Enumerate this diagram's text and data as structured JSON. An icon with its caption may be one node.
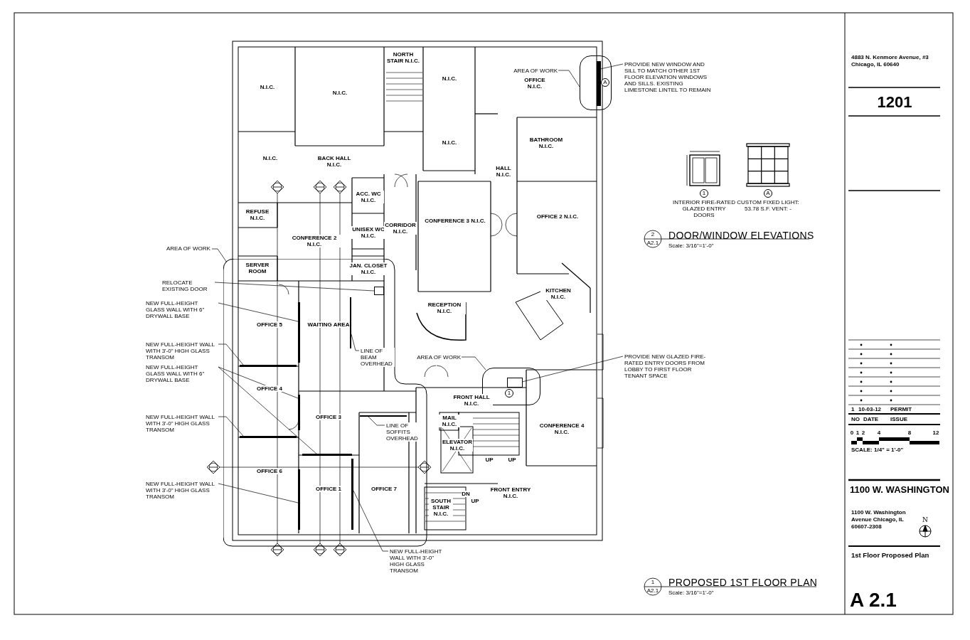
{
  "diagram": {
    "nodes": [
      {
        "text": [
          "AREA OF WORK"
        ]
      },
      {
        "text": [],
        "shape": "box"
      },
      {
        "text": [
          "PROVIDE NEW WINDOW AND SILL TO MATCH OTHER 1ST FLOOR ELEVATION WINDOWS AND SILLS. EXISTING LIMESTONE LINTEL TO REMAIN"
        ]
      },
      {
        "text": [
          "AREA OF WORK"
        ]
      },
      {
        "text": [],
        "shape": "box"
      },
      {
        "text": [
          "RELOCATE EXISTING DOOR"
        ]
      },
      {
        "text": [
          "NEW FULL-HEIGHT GLASS WALL WITH 6\" DRYWALL BASE"
        ]
      },
      {
        "text": [
          "NEW FULL-HEIGHT WALL WITH 3'-0\" HIGH GLASS TRANSOM"
        ]
      },
      {
        "text": [
          "NEW FULL-HEIGHT GLASS WALL WITH 6\" DRYWALL BASE"
        ]
      },
      {
        "text": [
          "NEW FULL-HEIGHT WALL WITH 3'-0\" HIGH GLASS TRANSOM"
        ]
      },
      {
        "text": [
          "NEW FULL-HEIGHT WALL WITH 3'-0\" HIGH GLASS TRANSOM"
        ]
      },
      {
        "text": [
          "LINE OF BEAM OVERHEAD"
        ],
        "in": 4
      },
      {
        "text": [
          "LINE OF SOFFITS OVERHEAD"
        ],
        "in": 4
      },
      {
        "text": [
          "NEW FULL-HEIGHT WALL WITH 3'-0\" HIGH GLASS TRANSOM"
        ]
      },
      {
        "text": [
          "AREA OF WORK"
        ]
      },
      {
        "text": [],
        "shape": "box"
      },
      {
        "text": [
          "PROVIDE NEW GLAZED FIRE-RATED ENTRY DOORS FROM LOBBY TO FIRST FLOOR TENANT SPACE"
        ]
      },
      {
        "text": [],
        "shape": "box",
        "in": 4
      },
      {
        "text": [],
        "shape": "bar",
        "in": 4
      },
      {
        "text": [],
        "shape": "bar",
        "in": 4
      },
      {
        "text": [],
        "shape": "bar",
        "in": 4
      },
      {
        "text": [],
        "shape": "bar",
        "in": 4
      },
      {
        "text": [],
        "shape": "bar",
        "in": 4
      },
      {
        "text": [],
        "shape": "bar",
        "in": 4
      },
      {
        "text": [],
        "shape": "bar",
        "in": 4
      },
      {
        "text": [],
        "shape": "bar",
        "in": 4
      },
      {
        "text": [],
        "shape": "bar",
        "in": 4
      },
      {
        "text": [],
        "shape": "bar",
        "in": 1
      },
      {
        "text": [],
        "shape": "box",
        "in": 15
      }
    ],
    "edges": [
      {
        "from": 0,
        "to": 1,
        "arrow": "none"
      },
      {
        "from": 2,
        "to": 27,
        "arrow": "none"
      },
      {
        "from": 3,
        "to": 4,
        "arrow": "none"
      },
      {
        "from": 5,
        "to": 17,
        "arrow": "none"
      },
      {
        "from": 6,
        "to": 18,
        "arrow": "none"
      },
      {
        "from": 7,
        "to": 19,
        "arrow": "none"
      },
      {
        "from": 8,
        "to": 20,
        "arrow": "none"
      },
      {
        "from": 8,
        "to": 21,
        "arrow": "none"
      },
      {
        "from": 9,
        "to": 22,
        "arrow": "none"
      },
      {
        "from": 10,
        "to": 23,
        "arrow": "none"
      },
      {
        "from": 11,
        "to": 24,
        "arrow": "none"
      },
      {
        "from": 12,
        "to": 25,
        "arrow": "none"
      },
      {
        "from": 13,
        "to": 26,
        "arrow": "none"
      },
      {
        "from": 14,
        "to": 15,
        "arrow": "none"
      },
      {
        "from": 16,
        "to": 28,
        "arrow": "none"
      }
    ],
    "labels": [
      "N.I.C.",
      "N.I.C.",
      "NORTH STAIR N.I.C.",
      "N.I.C.",
      "N.I.C.",
      "OFFICE N.I.C.",
      "N.I.C.",
      "BACK HALL N.I.C.",
      "BATHROOM N.I.C.",
      "HALL N.I.C.",
      "ACC. WC N.I.C.",
      "REFUSE N.I.C.",
      "CONFERENCE 2 N.I.C.",
      "UNISEX WC N.I.C.",
      "CORRIDOR N.I.C.",
      "CONFERENCE 3 N.I.C.",
      "OFFICE 2 N.I.C.",
      "SERVER ROOM",
      "JAN. CLOSET N.I.C.",
      "RECEPTION N.I.C.",
      "KITCHEN N.I.C.",
      "OFFICE 5",
      "WAITING AREA",
      "OFFICE 4",
      "OFFICE 3",
      "OFFICE 6",
      "OFFICE 1",
      "OFFICE 7",
      "FRONT HALL N.I.C.",
      "MAIL N.I.C.",
      "UP",
      "UP",
      "ELEVATOR N.I.C.",
      "DN",
      "UP",
      "SOUTH STAIR N.I.C.",
      "FRONT ENTRY N.I.C.",
      "CONFERENCE 4 N.I.C.",
      "A",
      "1",
      "1",
      "INTERIOR FIRE-RATED GLAZED ENTRY DOORS",
      "A",
      "CUSTOM FIXED LIGHT: 53.78 S.F. VENT: -",
      "2",
      "A2.1",
      "DOOR/WINDOW ELEVATIONS",
      "Scale: 3/16\"=1'-0\"",
      "1",
      "A2.1",
      "PROPOSED 1ST FLOOR PLAN",
      "Scale: 3/16\"=1'-0\"",
      "4883 N. Kenmore Avenue, #3 Chicago, IL 60640",
      "1201",
      "1",
      "10-03-12",
      "PERMIT",
      "NO",
      "DATE",
      "ISSUE",
      "0",
      "1",
      "2",
      "4",
      "8",
      "12",
      "SCALE: 1/4\" = 1'-0\"",
      "1100 W. WASHINGTON",
      "1100 W. Washington Avenue Chicago, IL 60607-2308",
      "N",
      "1st Floor Proposed Plan",
      "A 2.1"
    ]
  }
}
